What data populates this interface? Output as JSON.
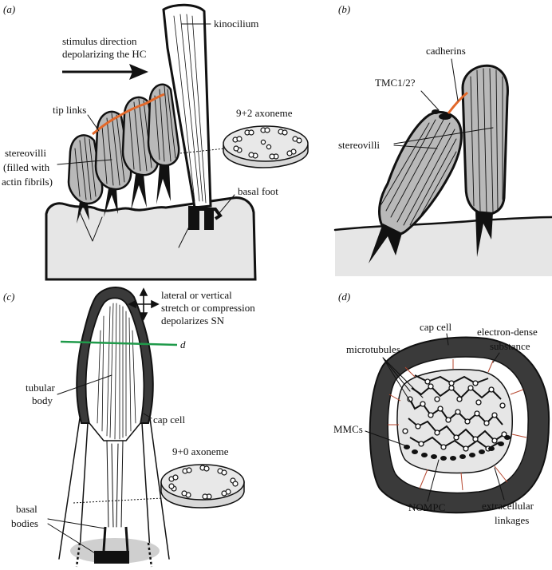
{
  "panels": {
    "a": {
      "label": "(a)",
      "stimulus_line1": "stimulus direction",
      "stimulus_line2": "depolarizing the HC",
      "kinocilium": "kinocilium",
      "tip_links": "tip links",
      "stereovilli_line1": "stereovilli",
      "stereovilli_line2": "(filled with",
      "stereovilli_line3": "actin fibrils)",
      "axoneme": "9+2 axoneme",
      "basal_foot": "basal foot"
    },
    "b": {
      "label": "(b)",
      "cadherins": "cadherins",
      "tmc": "TMC1/2?",
      "stereovilli": "stereovilli"
    },
    "c": {
      "label": "(c)",
      "stretch_line1": "lateral or vertical",
      "stretch_line2": "stretch or compression",
      "stretch_line3": "depolarizes SN",
      "section_marker": "d",
      "tubular_line1": "tubular",
      "tubular_line2": "body",
      "cap_cell": "cap cell",
      "axoneme": "9+0 axoneme",
      "basal_line1": "basal",
      "basal_line2": "bodies"
    },
    "d": {
      "label": "(d)",
      "cap_cell": "cap cell",
      "electron_line1": "electron-dense",
      "electron_line2": "substance",
      "microtubules": "microtubules",
      "mmcs": "MMCs",
      "nompc": "NOMPC",
      "linkages_line1": "extracellular",
      "linkages_line2": "linkages"
    }
  },
  "colors": {
    "tip_link": "#e2682a",
    "section_line": "#1f9a4a",
    "membrane_link": "#b5462e",
    "cell_fill": "#e6e6e6",
    "stereovilli_fill": "#b9b9b9",
    "cap_dark": "#3a3a3a"
  }
}
